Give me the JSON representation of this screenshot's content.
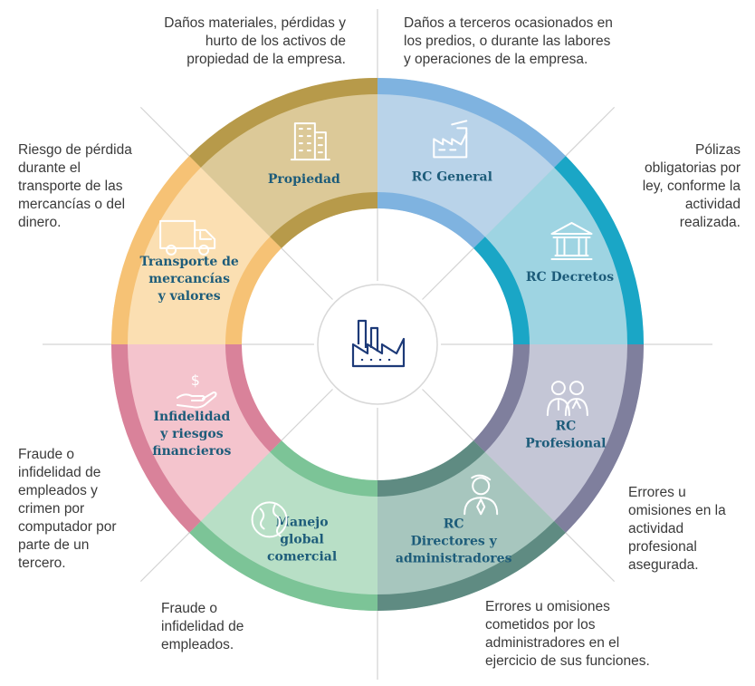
{
  "segments": [
    {
      "id": "rc-general",
      "label_lines": [
        "RC General"
      ],
      "color": "#b9d3e9",
      "ring": "#7fb3e0",
      "icon": "factory-icon",
      "description_lines": [
        "Daños a terceros ocasionados en",
        "los predios, o durante las labores",
        "y operaciones de la empresa."
      ]
    },
    {
      "id": "rc-decretos",
      "label_lines": [
        "RC Decretos"
      ],
      "color": "#9ed4e2",
      "ring": "#1aa6c6",
      "icon": "government-building-icon",
      "description_lines": [
        "Pólizas",
        "obligatorias por",
        "ley, conforme la",
        "actividad",
        "realizada."
      ]
    },
    {
      "id": "rc-profesional",
      "label_lines": [
        "RC",
        "Profesional"
      ],
      "color": "#c4c6d6",
      "ring": "#7f7f9d",
      "icon": "professionals-icon",
      "description_lines": [
        "Errores u",
        "omisiones en la",
        "actividad",
        "profesional",
        "asegurada."
      ]
    },
    {
      "id": "rc-directores",
      "label_lines": [
        "RC",
        "Directores y",
        "administradores"
      ],
      "color": "#a7c6be",
      "ring": "#5f8b82",
      "icon": "executive-icon",
      "description_lines": [
        "Errores u omisiones",
        "cometidos por los",
        "administradores en el",
        "ejercicio de sus funciones."
      ]
    },
    {
      "id": "manejo-global",
      "label_lines": [
        "Manejo",
        "global",
        "comercial"
      ],
      "color": "#b8dfc6",
      "ring": "#7cc497",
      "icon": "globe-icon",
      "description_lines": [
        "Fraude o",
        "infidelidad de",
        "empleados."
      ]
    },
    {
      "id": "infidelidad",
      "label_lines": [
        "Infidelidad",
        "y riesgos",
        "financieros"
      ],
      "color": "#f4c4cd",
      "ring": "#d9829a",
      "icon": "money-hand-icon",
      "description_lines": [
        "Fraude o",
        "infidelidad de",
        "empleados y",
        "crimen por",
        "computador por",
        "parte de un",
        "tercero."
      ]
    },
    {
      "id": "transporte",
      "label_lines": [
        "Transporte de",
        "mercancías",
        "y valores"
      ],
      "color": "#fbdfb2",
      "ring": "#f6c275",
      "icon": "truck-icon",
      "description_lines": [
        "Riesgo de pérdida",
        "durante el",
        "transporte de las",
        "mercancías o del",
        "dinero."
      ]
    },
    {
      "id": "propiedad",
      "label_lines": [
        "Propiedad"
      ],
      "color": "#dcc998",
      "ring": "#b79a4a",
      "icon": "buildings-icon",
      "description_lines": [
        "Daños materiales, pérdidas y",
        "hurto de los activos de",
        "propiedad de la empresa."
      ]
    }
  ],
  "center_icon": "factory-icon"
}
